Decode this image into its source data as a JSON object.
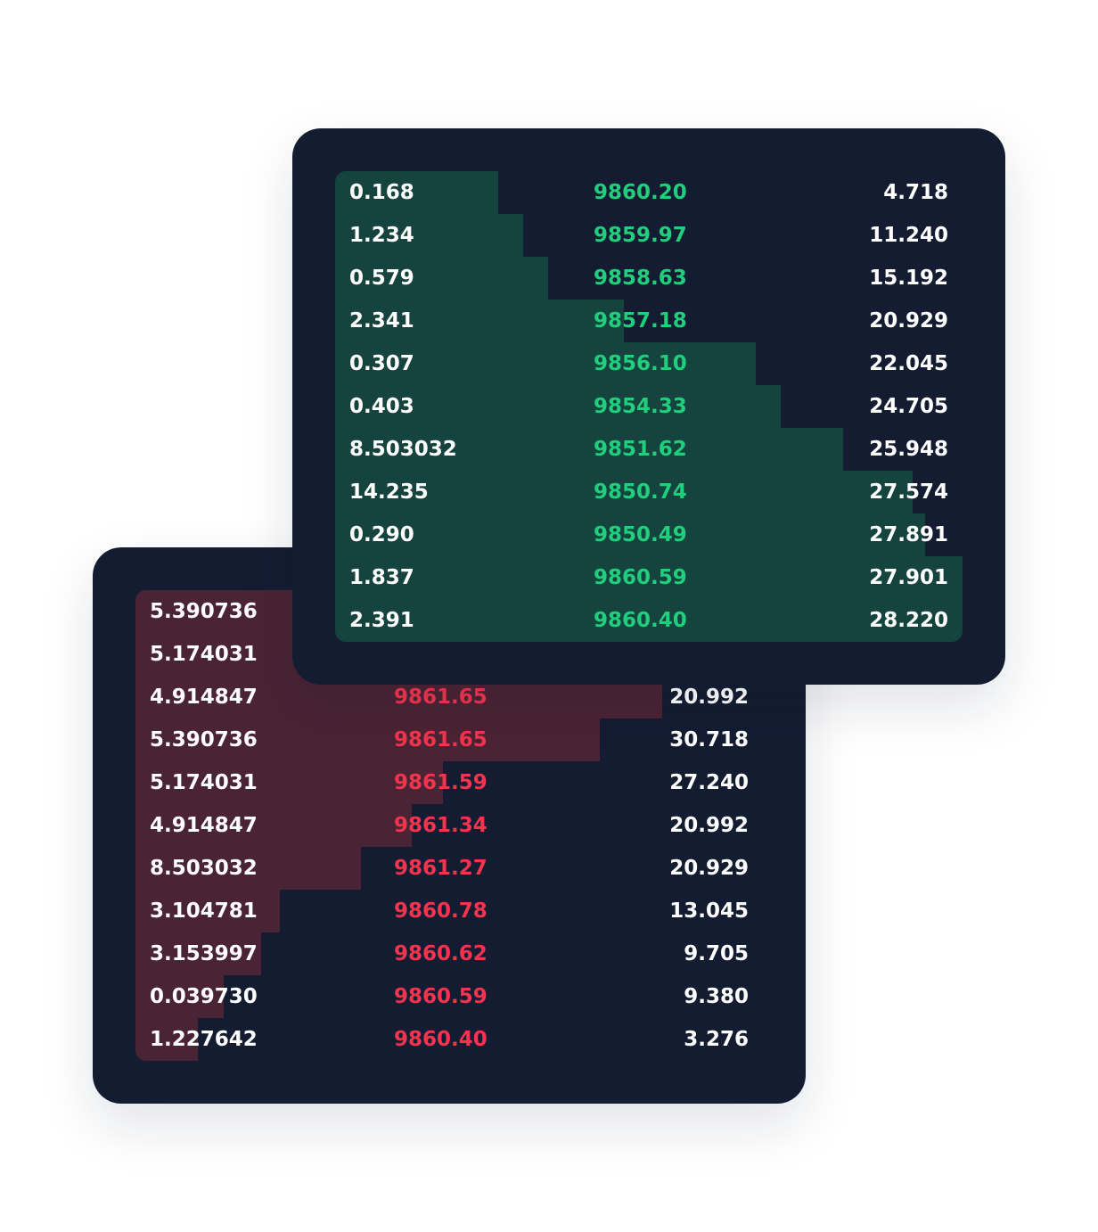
{
  "colors": {
    "card_background": "#131c31",
    "ask_price": "#f3344c",
    "ask_depth": "#4a2334",
    "bid_price": "#1fcf7b",
    "bid_depth": "#15443f",
    "text": "#ffffff"
  },
  "asks": {
    "rows": [
      {
        "amount": "5.390736",
        "price": "",
        "total": "",
        "depth": 0.28
      },
      {
        "amount": "5.174031",
        "price": "",
        "total": "",
        "depth": 0.28
      },
      {
        "amount": "4.914847",
        "price": "9861.65",
        "total": "20.992",
        "depth": 0.84
      },
      {
        "amount": "5.390736",
        "price": "9861.65",
        "total": "30.718",
        "depth": 0.74
      },
      {
        "amount": "5.174031",
        "price": "9861.59",
        "total": "27.240",
        "depth": 0.49
      },
      {
        "amount": "4.914847",
        "price": "9861.34",
        "total": "20.992",
        "depth": 0.44
      },
      {
        "amount": "8.503032",
        "price": "9861.27",
        "total": "20.929",
        "depth": 0.36
      },
      {
        "amount": "3.104781",
        "price": "9860.78",
        "total": "13.045",
        "depth": 0.23
      },
      {
        "amount": "3.153997",
        "price": "9860.62",
        "total": "9.705",
        "depth": 0.2
      },
      {
        "amount": "0.039730",
        "price": "9860.59",
        "total": "9.380",
        "depth": 0.14
      },
      {
        "amount": "1.227642",
        "price": "9860.40",
        "total": "3.276",
        "depth": 0.1
      }
    ]
  },
  "bids": {
    "rows": [
      {
        "amount": "0.168",
        "price": "9860.20",
        "total": "4.718",
        "depth": 0.26
      },
      {
        "amount": "1.234",
        "price": "9859.97",
        "total": "11.240",
        "depth": 0.3
      },
      {
        "amount": "0.579",
        "price": "9858.63",
        "total": "15.192",
        "depth": 0.34
      },
      {
        "amount": "2.341",
        "price": "9857.18",
        "total": "20.929",
        "depth": 0.46
      },
      {
        "amount": "0.307",
        "price": "9856.10",
        "total": "22.045",
        "depth": 0.67
      },
      {
        "amount": "0.403",
        "price": "9854.33",
        "total": "24.705",
        "depth": 0.71
      },
      {
        "amount": "8.503032",
        "price": "9851.62",
        "total": "25.948",
        "depth": 0.81
      },
      {
        "amount": "14.235",
        "price": "9850.74",
        "total": "27.574",
        "depth": 0.92
      },
      {
        "amount": "0.290",
        "price": "9850.49",
        "total": "27.891",
        "depth": 0.94
      },
      {
        "amount": "1.837",
        "price": "9860.59",
        "total": "27.901",
        "depth": 1.0
      },
      {
        "amount": "2.391",
        "price": "9860.40",
        "total": "28.220",
        "depth": 1.0
      }
    ]
  }
}
